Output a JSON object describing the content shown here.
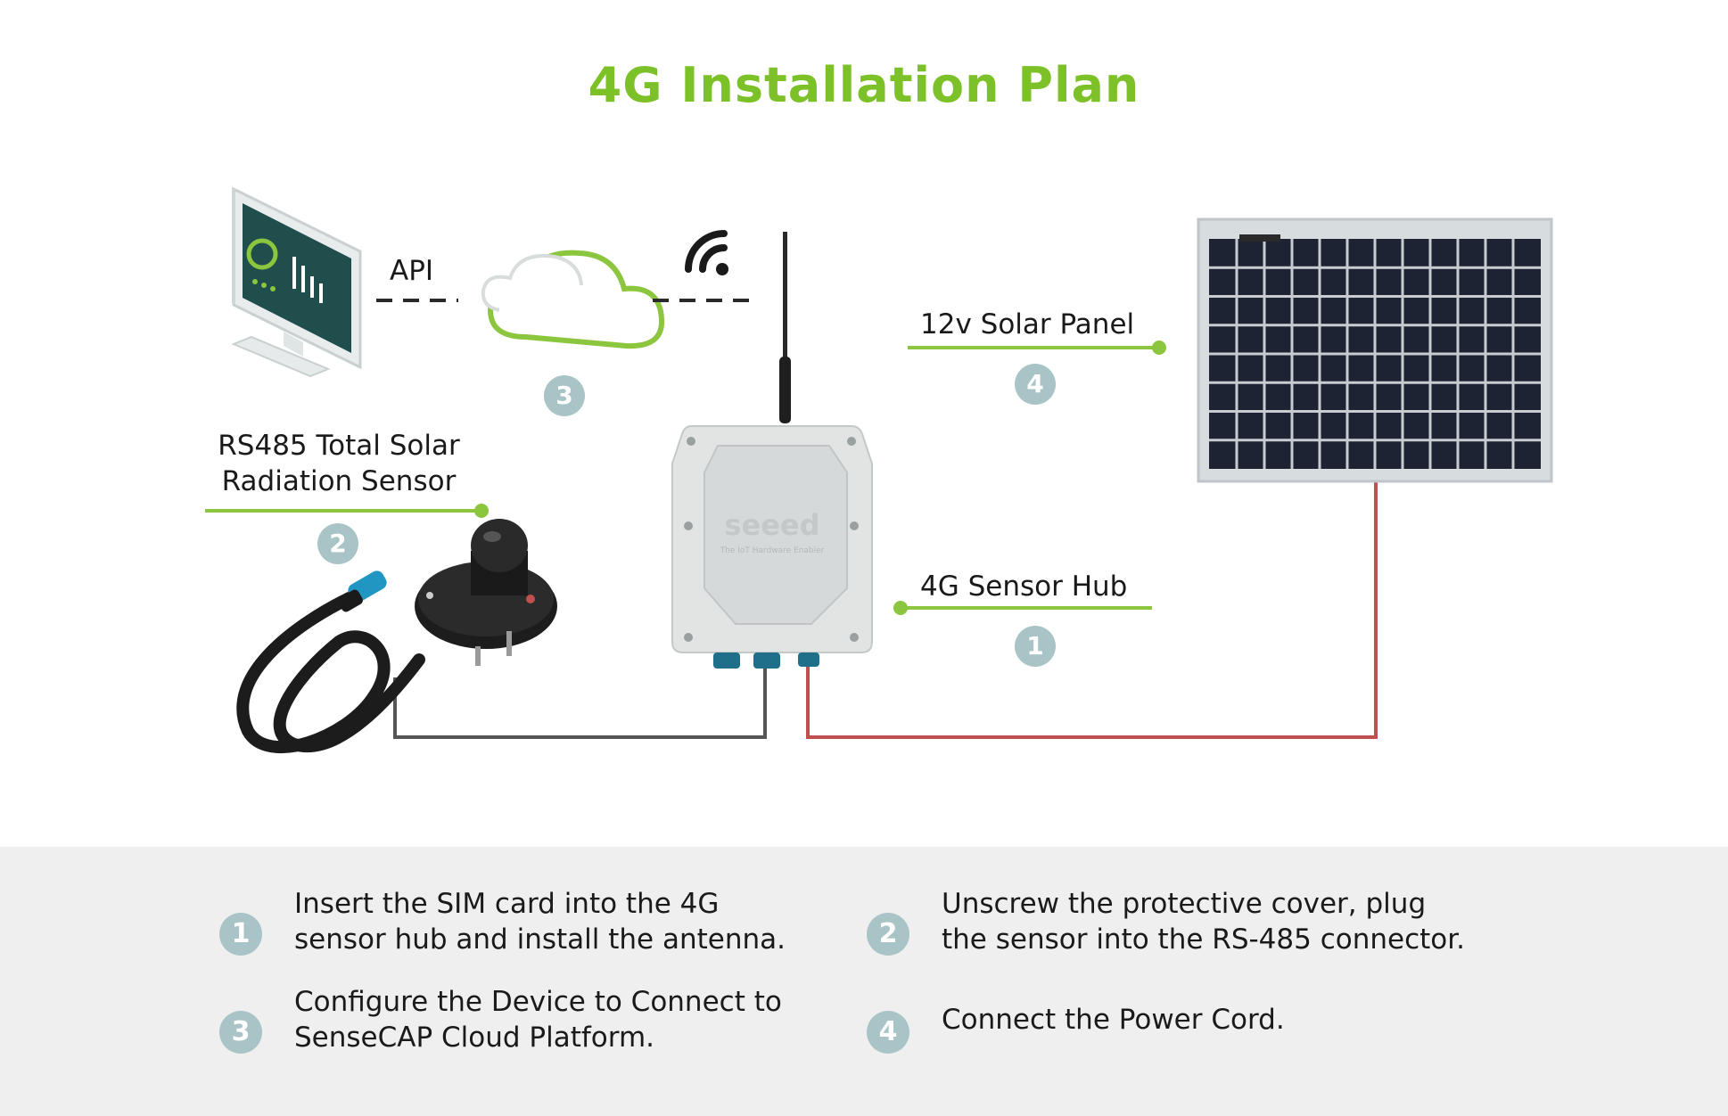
{
  "title": "4G Installation Plan",
  "diagram": {
    "api_label": "API",
    "solar_panel_label": "12v Solar Panel",
    "sensor_label_line1": "RS485 Total Solar",
    "sensor_label_line2": "Radiation Sensor",
    "hub_label": "4G Sensor Hub",
    "hub_brand": "seeed",
    "hub_tagline": "The IoT Hardware Enabler",
    "badges": {
      "cloud": "3",
      "sensor": "2",
      "solar": "4",
      "hub": "1"
    }
  },
  "steps": [
    {
      "number": "1",
      "line1": "Insert the SIM card into the 4G",
      "line2": "sensor hub and install the antenna."
    },
    {
      "number": "2",
      "line1": "Unscrew the protective cover, plug",
      "line2": "the sensor into the RS-485 connector."
    },
    {
      "number": "3",
      "line1": "Configure the Device to Connect to",
      "line2": "SenseCAP Cloud Platform."
    },
    {
      "number": "4",
      "line1": "Connect the Power Cord.",
      "line2": ""
    }
  ],
  "colors": {
    "accent_green": "#7cc127",
    "badge": "#a9c4c7",
    "power_wire": "#c0504d",
    "data_wire": "#555555"
  }
}
